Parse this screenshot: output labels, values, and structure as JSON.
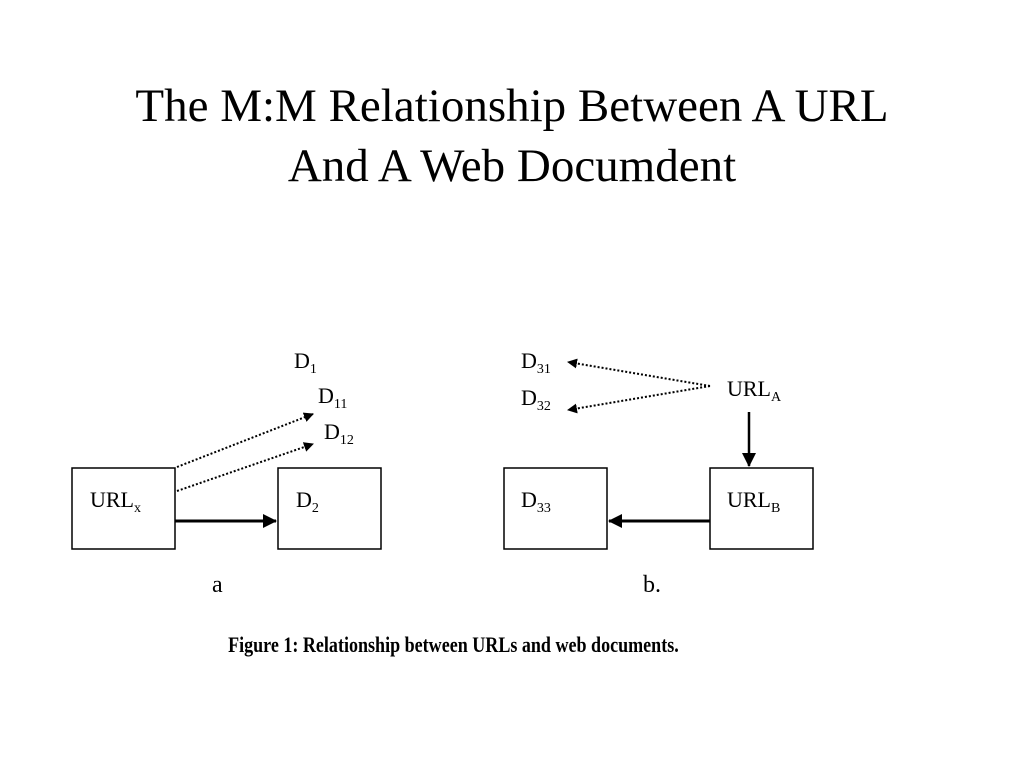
{
  "title": {
    "line1": "The M:M Relationship Between A URL",
    "line2": "And A Web Documdent"
  },
  "panel_a": {
    "label": "a",
    "nodes": {
      "url_x": {
        "base": "URL",
        "sub": "x"
      },
      "d2": {
        "base": "D",
        "sub": "2"
      },
      "d1": {
        "base": "D",
        "sub": "1"
      },
      "d11": {
        "base": "D",
        "sub": "11"
      },
      "d12": {
        "base": "D",
        "sub": "12"
      }
    }
  },
  "panel_b": {
    "label": "b.",
    "nodes": {
      "d31": {
        "base": "D",
        "sub": "31"
      },
      "d32": {
        "base": "D",
        "sub": "32"
      },
      "url_a": {
        "base": "URL",
        "sub": "A"
      },
      "d33": {
        "base": "D",
        "sub": "33"
      },
      "url_b": {
        "base": "URL",
        "sub": "B"
      }
    }
  },
  "caption": "Figure 1: Relationship between URLs and web documents."
}
